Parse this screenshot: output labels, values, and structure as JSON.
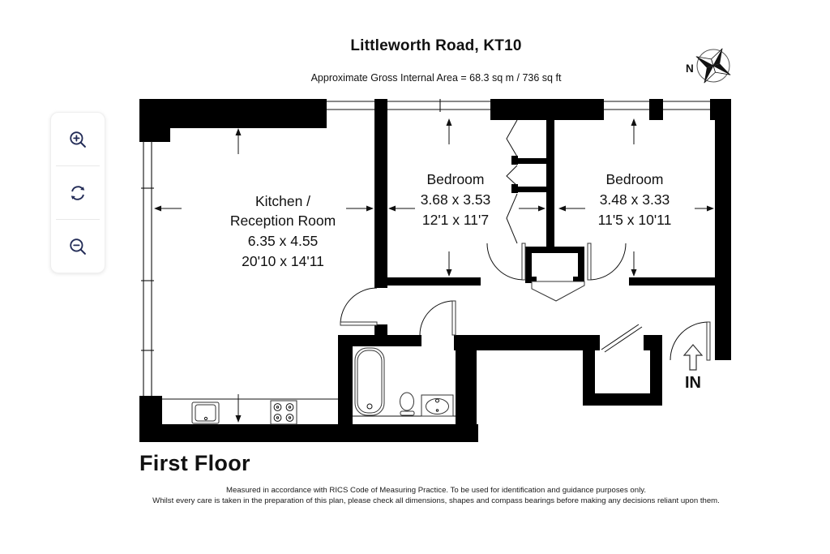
{
  "page": {
    "title": "Littleworth Road, KT10",
    "subtitle": "Approximate Gross Internal Area = 68.3 sq m / 736 sq ft",
    "floor_label": "First Floor",
    "disclaimer": {
      "line1": "Measured in accordance with RICS Code of Measuring Practice. To be used for identification and guidance purposes only.",
      "line2": "Whilst every care is taken in the preparation of this plan, please check all dimensions, shapes and compass bearings before making any decisions reliant upon them."
    }
  },
  "toolbar": {
    "buttons": [
      {
        "name": "zoom-in",
        "icon": "magnifier-plus-icon"
      },
      {
        "name": "rotate",
        "icon": "rotate-icon"
      },
      {
        "name": "zoom-out",
        "icon": "magnifier-minus-icon"
      }
    ],
    "icon_color": "#232c57"
  },
  "compass": {
    "north_label": "N"
  },
  "floorplan": {
    "wall_color": "#000000",
    "entrance_label": "IN",
    "rooms": [
      {
        "id": "kitchen-reception",
        "line1": "Kitchen /",
        "line2": "Reception Room",
        "metric": "6.35 x 4.55",
        "imperial": "20'10 x 14'11"
      },
      {
        "id": "bedroom-1",
        "line1": "Bedroom",
        "metric": "3.68 x 3.53",
        "imperial": "12'1 x 11'7"
      },
      {
        "id": "bedroom-2",
        "line1": "Bedroom",
        "metric": "3.48 x 3.33",
        "imperial": "11'5 x 10'11"
      }
    ]
  }
}
